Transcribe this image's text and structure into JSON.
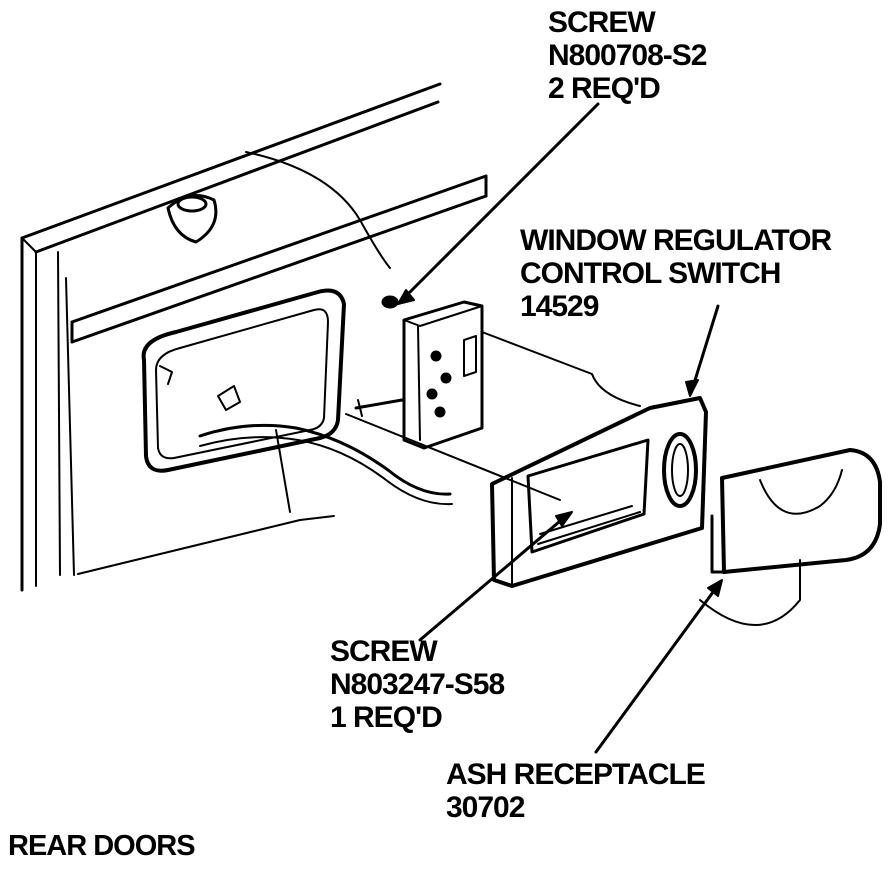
{
  "callouts": {
    "screw_top": {
      "line1": "SCREW",
      "line2": "N800708-S2",
      "line3": "2 REQ'D"
    },
    "switch": {
      "line1": "WINDOW REGULATOR",
      "line2": "CONTROL SWITCH",
      "line3": "14529"
    },
    "screw_bottom": {
      "line1": "SCREW",
      "line2": "N803247-S58",
      "line3": "1 REQ'D"
    },
    "ash": {
      "line1": "ASH RECEPTACLE",
      "line2": "30702"
    }
  },
  "caption": "REAR DOORS",
  "colors": {
    "ink": "#000000",
    "paper": "#ffffff"
  }
}
